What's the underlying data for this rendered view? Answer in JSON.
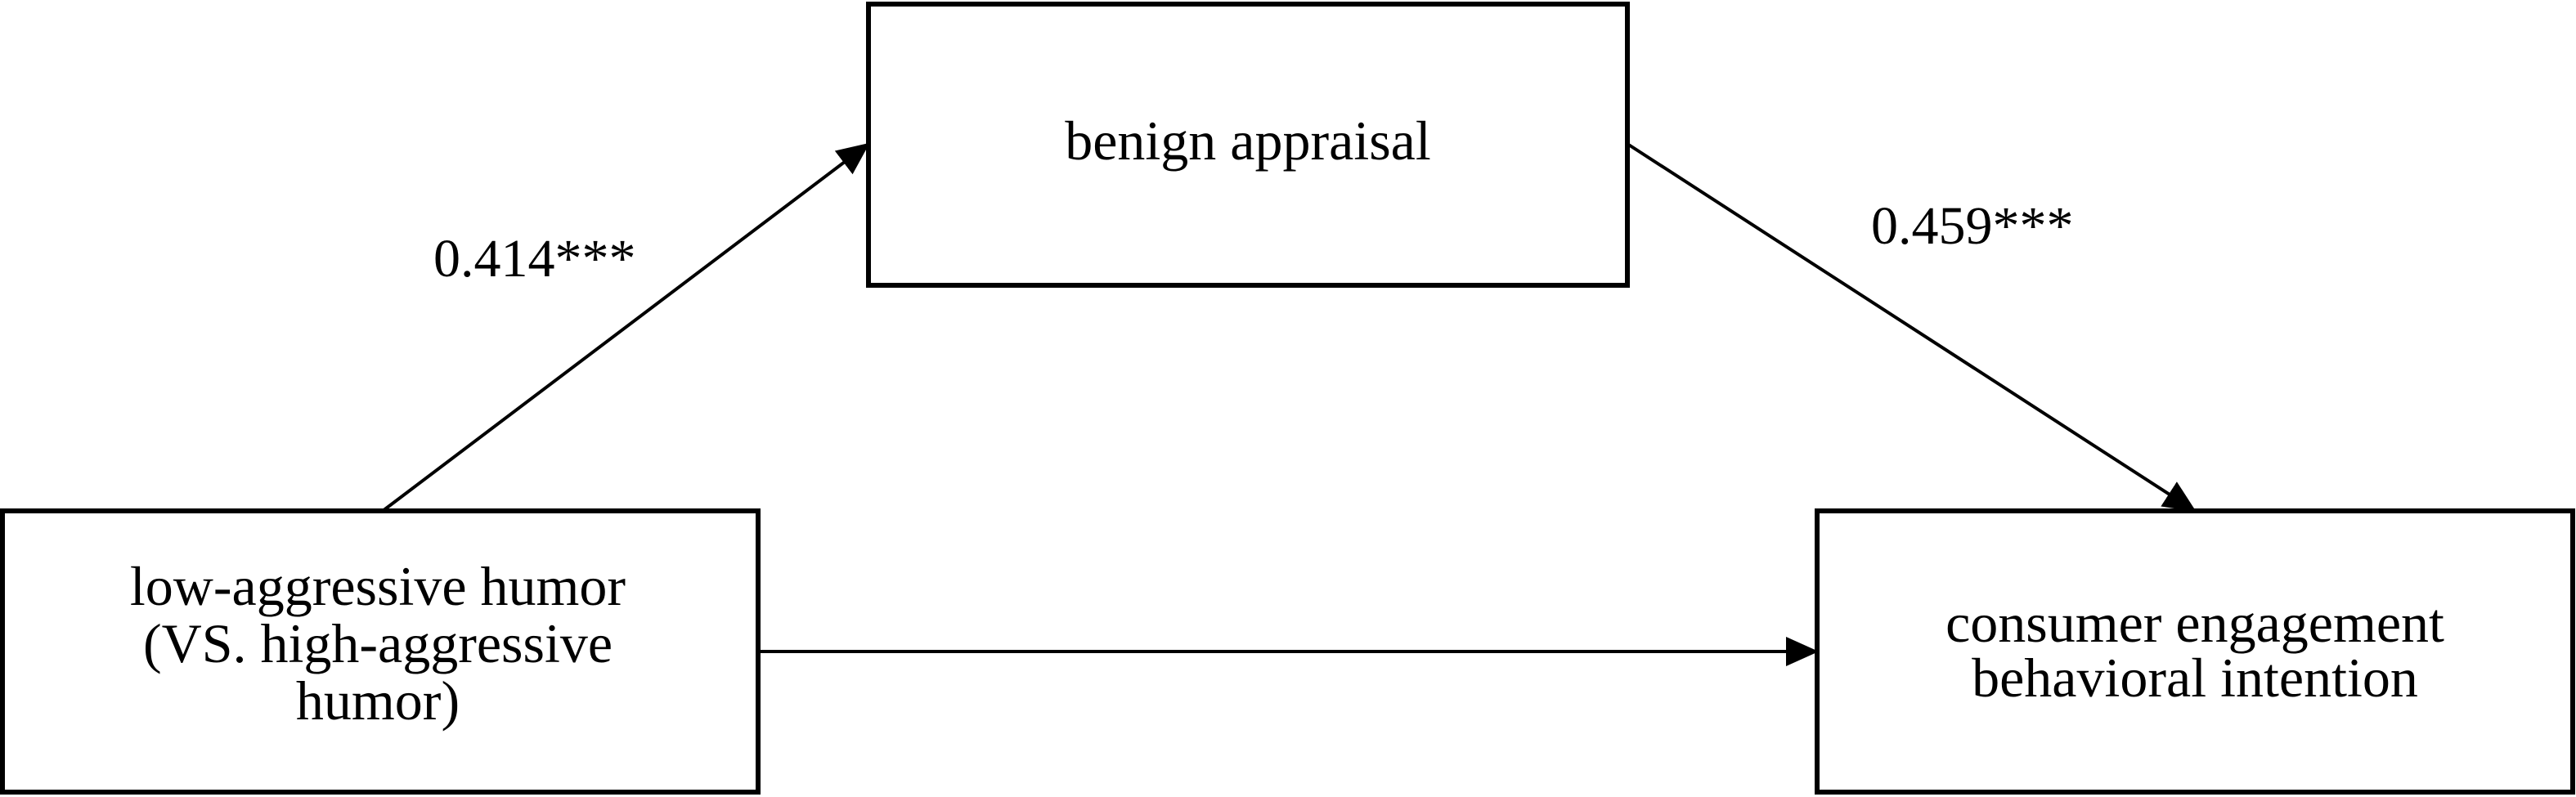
{
  "nodes": {
    "mediator": {
      "label": "benign appraisal"
    },
    "predictor": {
      "lines": [
        "low-aggressive humor",
        "(VS. high-aggressive",
        "humor)"
      ]
    },
    "outcome": {
      "lines": [
        "consumer engagement",
        "behavioral intention"
      ]
    }
  },
  "paths": {
    "a_coefficient": "0.414***",
    "b_coefficient": "0.459***"
  },
  "colors": {
    "stroke": "#000000",
    "background": "#ffffff",
    "text": "#000000"
  }
}
